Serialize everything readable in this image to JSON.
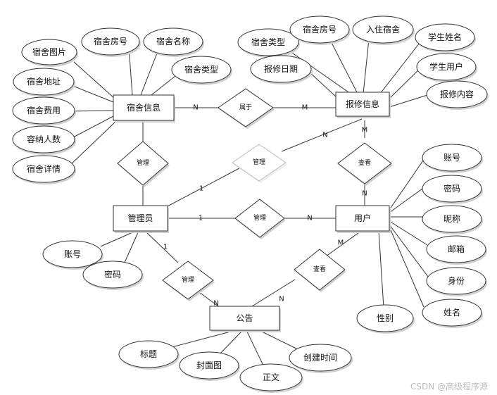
{
  "entities": {
    "dorm_info": "宿舍信息",
    "repair_info": "报修信息",
    "admin": "管理员",
    "user": "用户",
    "notice": "公告"
  },
  "relationships": {
    "belongs": "属于",
    "manage_top": "管理",
    "manage_diag": "管理",
    "manage_mid": "管理",
    "view_right": "查看",
    "manage_bottom": "管理",
    "view_bottom": "查看"
  },
  "attributes": {
    "dorm_image": "宿舍图片",
    "dorm_room_no": "宿舍房号",
    "dorm_name": "宿舍名称",
    "dorm_type": "宿舍类型",
    "dorm_address": "宿舍地址",
    "dorm_fee": "宿舍费用",
    "capacity": "容纳人数",
    "dorm_detail": "宿舍详情",
    "repair_dorm_type": "宿舍类型",
    "repair_room_no": "宿舍房号",
    "checkin_dorm": "入住宿舍",
    "student_name": "学生姓名",
    "repair_date": "报修日期",
    "student_user": "学生用户",
    "repair_content": "报修内容",
    "user_account": "账号",
    "user_password": "密码",
    "nickname": "昵称",
    "email": "邮箱",
    "identity": "身份",
    "real_name": "姓名",
    "gender": "性别",
    "admin_account": "账号",
    "admin_password": "密码",
    "title": "标题",
    "cover": "封面图",
    "body": "正文",
    "created_time": "创建时间"
  },
  "cardinalities": {
    "dorm_belongs": "N",
    "belongs_repair": "M",
    "repair_view": "M",
    "view_user": "N",
    "diag_admin": "1",
    "diag_repair": "N",
    "admin_manage_mid": "1",
    "manage_mid_user": "N",
    "admin_manage_bottom": "1",
    "manage_bottom_notice": "N",
    "user_view_bottom": "M",
    "view_bottom_notice": "N"
  },
  "watermark": "CSDN @高级程序源"
}
